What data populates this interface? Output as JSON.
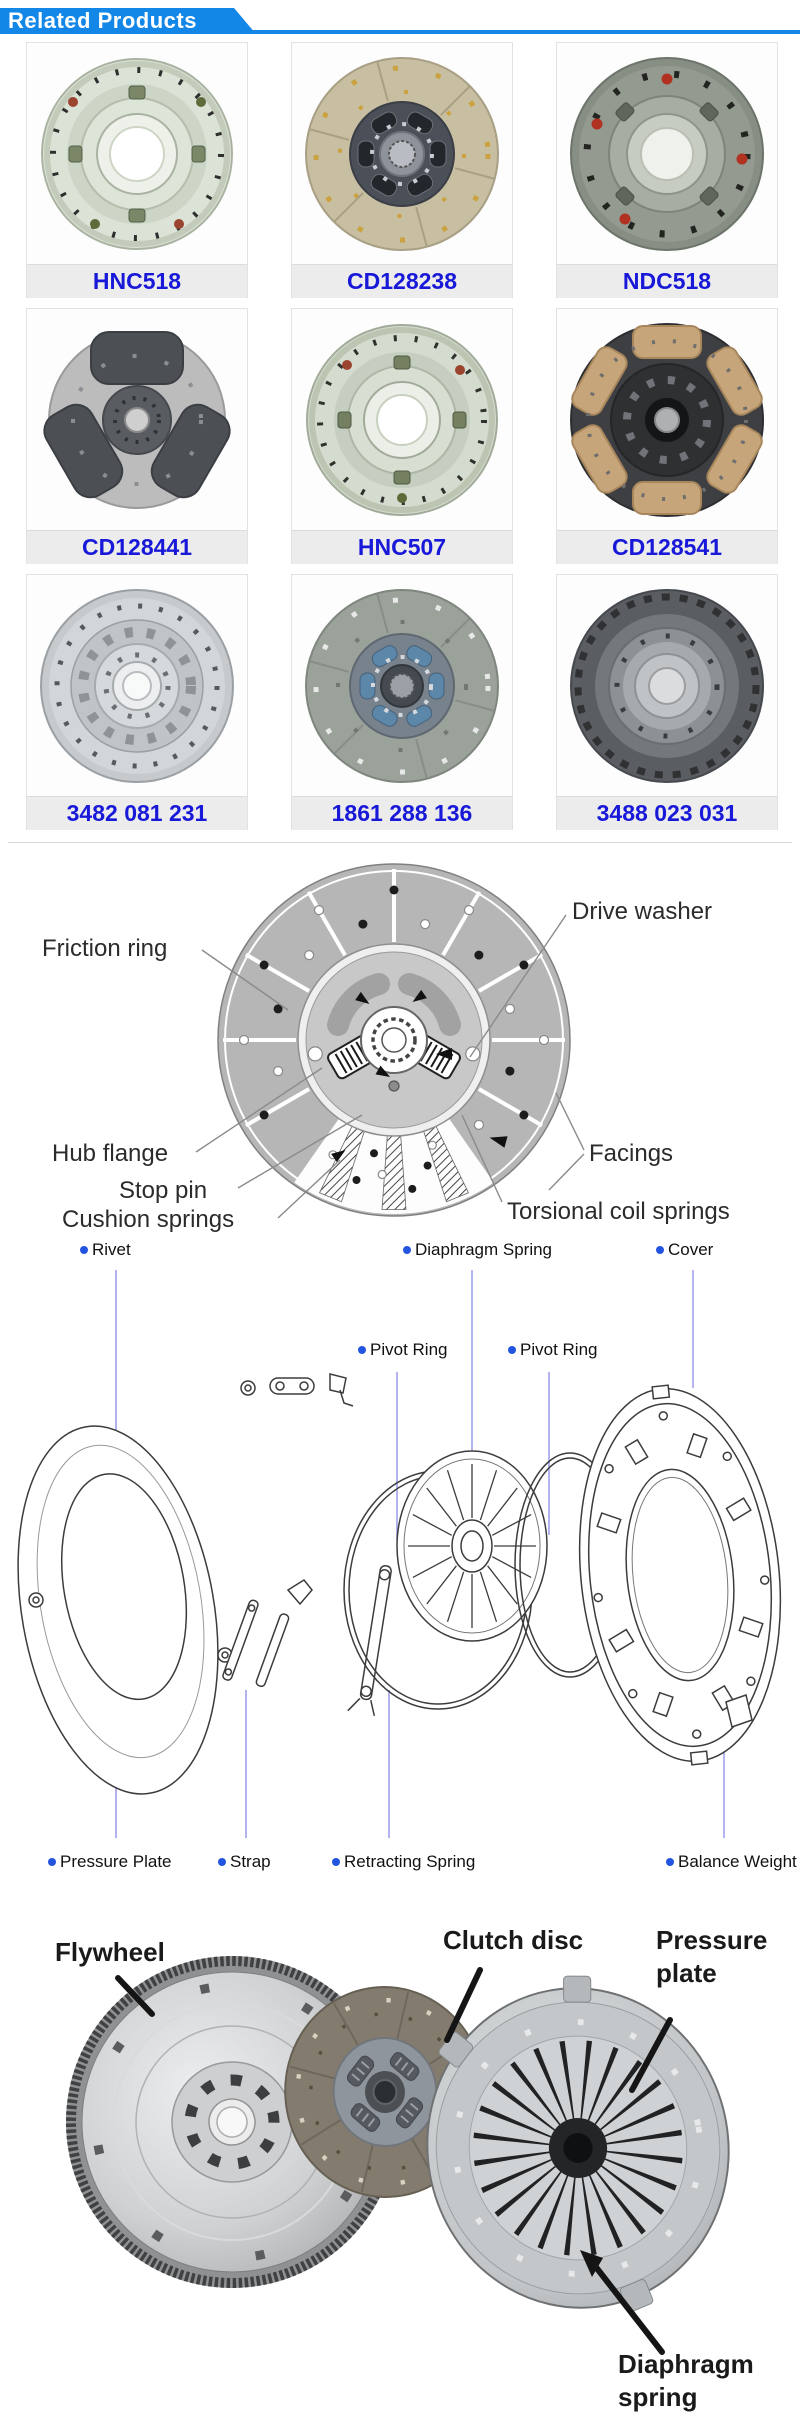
{
  "banner": {
    "title": "Related Products"
  },
  "products": [
    {
      "code": "HNC518"
    },
    {
      "code": "CD128238"
    },
    {
      "code": "NDC518"
    },
    {
      "code": "CD128441"
    },
    {
      "code": "HNC507"
    },
    {
      "code": "CD128541"
    },
    {
      "code": "3482 081 231"
    },
    {
      "code": "1861 288 136"
    },
    {
      "code": "3488 023 031"
    }
  ],
  "disc_diagram": {
    "labels": {
      "friction_ring": "Friction ring",
      "drive_washer": "Drive washer",
      "hub_flange": "Hub flange",
      "stop_pin": "Stop pin",
      "cushion_springs": "Cushion springs",
      "facings": "Facings",
      "torsional_coil_springs": "Torsional coil springs"
    }
  },
  "exploded_diagram": {
    "top_labels": [
      {
        "label": "Rivet"
      },
      {
        "label": "Diaphragm Spring"
      },
      {
        "label": "Cover"
      },
      {
        "label": "Pivot Ring"
      },
      {
        "label": "Pivot Ring"
      }
    ],
    "bottom_labels": [
      {
        "label": "Pressure Plate"
      },
      {
        "label": "Strap"
      },
      {
        "label": "Retracting Spring"
      },
      {
        "label": "Balance Weight"
      }
    ]
  },
  "assembly_photo": {
    "labels": {
      "flywheel": "Flywheel",
      "clutch_disc": "Clutch disc",
      "pressure_plate": "Pressure plate",
      "diaphragm_spring": "Diaphragm spring"
    }
  },
  "colors": {
    "banner_blue": "#1287e8",
    "code_blue": "#1818d9",
    "leader_purple": "#9a9aec",
    "bullet_blue": "#2254e0"
  }
}
